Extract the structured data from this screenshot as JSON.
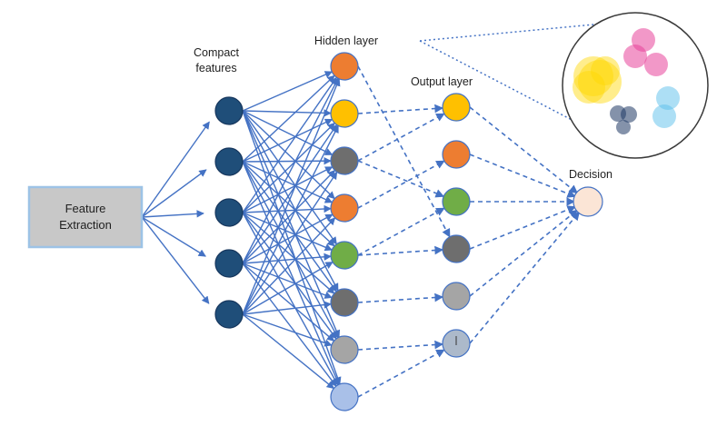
{
  "labels": {
    "feature_extraction": [
      "Feature",
      "Extraction"
    ],
    "compact_features": [
      "Compact",
      "features"
    ],
    "hidden_layer": "Hidden layer",
    "output_layer": "Output layer",
    "decision": "Decision"
  },
  "colors": {
    "line": "#4472c4",
    "feature_box_fill": "#c8c8c8",
    "feature_box_border": "#9dc3e6",
    "compact_node": "#1f4e79",
    "hidden_nodes": [
      "#ed7d31",
      "#ffc000",
      "#6e6e6e",
      "#ed7d31",
      "#70ad47",
      "#6e6e6e",
      "#a5a5a5",
      "#a9c0e8"
    ],
    "output_nodes": [
      "#ffc000",
      "#ed7d31",
      "#70ad47",
      "#6e6e6e",
      "#a5a5a5",
      "#acb9ca"
    ],
    "decision_node": "#fbe5d6"
  },
  "counts": {
    "compact": 5,
    "hidden": 8,
    "output": 6
  }
}
